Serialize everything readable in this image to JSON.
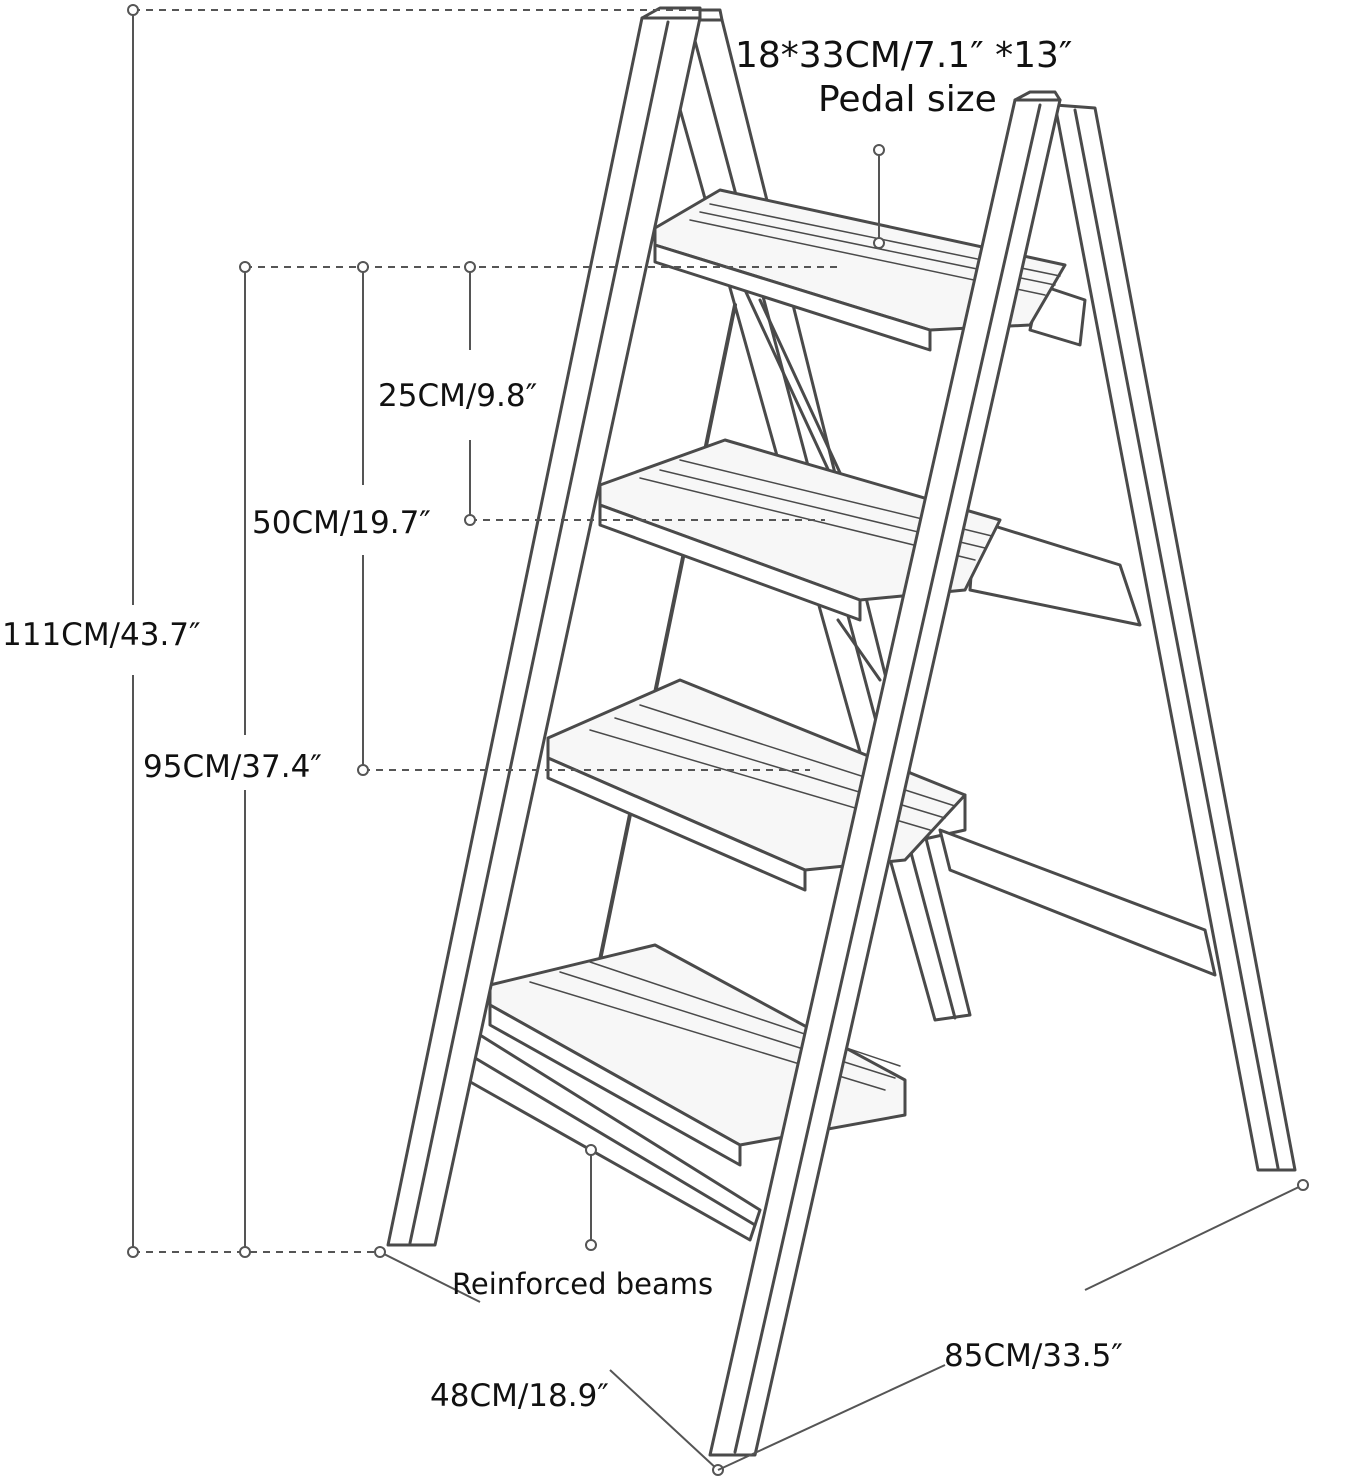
{
  "diagram": {
    "subject": "4-step folding step ladder with dimension annotations",
    "colors": {
      "frame_stroke": "#4a4a4a",
      "frame_fill": "#ffffff",
      "tread_fill": "#f7f7f7",
      "dim_line": "#555555",
      "text": "#111111"
    },
    "labels": {
      "pedal_dims": "18*33CM/7.1″  *13″",
      "pedal_caption": "Pedal size",
      "step_spacing": "25CM/9.8″",
      "two_step_height": "50CM/19.7″",
      "total_height": "111CM/43.7″",
      "platform_height": "95CM/37.4″",
      "beam_caption": "Reinforced beams",
      "depth": "48CM/18.9″",
      "width": "85CM/33.5″"
    }
  }
}
